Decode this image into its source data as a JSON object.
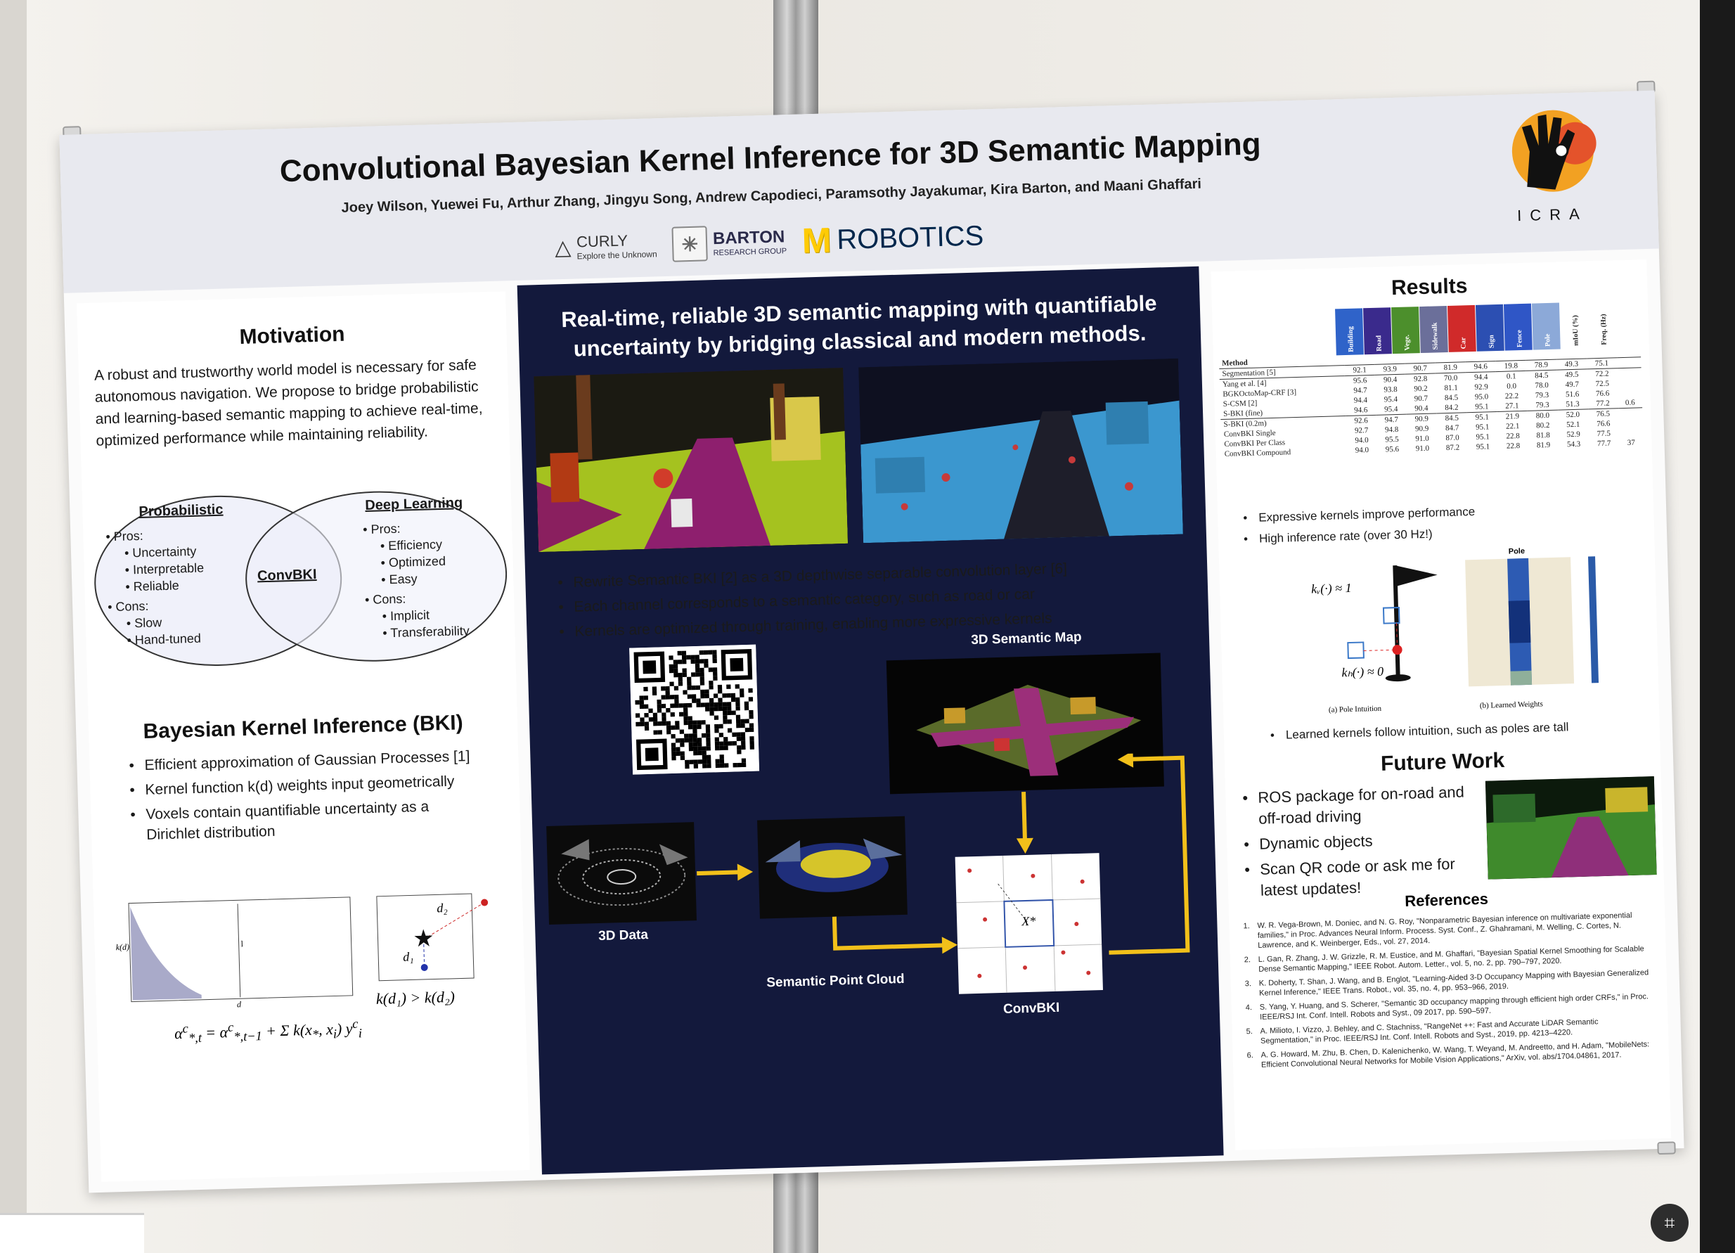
{
  "title": "Convolutional Bayesian Kernel Inference for 3D Semantic Mapping",
  "authors": "Joey Wilson, Yuewei Fu, Arthur Zhang, Jingyu Song, Andrew Capodieci, Paramsothy Jayakumar, Kira Barton, and Maani Ghaffari",
  "logos": {
    "curly": "CURLY",
    "curly_tag": "Explore the Unknown",
    "barton": "BARTON",
    "barton_sub": "RESEARCH GROUP",
    "mrobotics_m": "M",
    "mrobotics": "ROBOTICS",
    "icra": "ICRA"
  },
  "motivation": {
    "heading": "Motivation",
    "text": "A robust and trustworthy world model is necessary for safe autonomous navigation. We propose to bridge probabilistic and learning-based semantic mapping to achieve real-time, optimized performance while maintaining reliability."
  },
  "venn": {
    "left_title": "Probabilistic",
    "left_pros": "Pros:",
    "left_pros_items": [
      "Uncertainty",
      "Interpretable",
      "Reliable"
    ],
    "left_cons": "Cons:",
    "left_cons_items": [
      "Slow",
      "Hand-tuned"
    ],
    "center": "ConvBKI",
    "right_title": "Deep Learning",
    "right_pros": "Pros:",
    "right_pros_items": [
      "Efficiency",
      "Optimized",
      "Easy"
    ],
    "right_cons": "Cons:",
    "right_cons_items": [
      "Implicit",
      "Transferability"
    ]
  },
  "bki": {
    "heading": "Bayesian Kernel Inference (BKI)",
    "bullets": [
      "Efficient approximation of Gaussian Processes [1]",
      "Kernel function k(d) weights input geometrically",
      "Voxels contain quantifiable uncertainty as a Dirichlet distribution"
    ],
    "plot_ylabel": "k(d)",
    "plot_xlabel": "d",
    "plot_mark": "l",
    "inequality": "k(d₁) > k(d₂)",
    "d1": "d₁",
    "d2": "d₂",
    "equation": "α<sup>c</sup><sub>*,t</sub> = α<sup>c</sup><sub>*,t−1</sub> + Σ k(x<sub>*</sub>, x<sub>i</sub>) y<sup>c</sup><sub>i</sub>"
  },
  "center": {
    "headline": "Real-time, reliable 3D semantic mapping with quantifiable uncertainty by bridging classical and modern methods.",
    "bullets": [
      "Rewrite Semantic BKI [2] as a 3D depthwise separable convolution layer [6]",
      "Each channel corresponds to a semantic category, such as road or car",
      "Kernels are optimized through training, enabling more expressive kernels"
    ],
    "label_map": "3D Semantic Map",
    "label_data": "3D Data",
    "label_cloud": "Semantic Point Cloud",
    "label_convbki": "ConvBKI",
    "grid_label": "X*"
  },
  "results": {
    "heading": "Results",
    "columns": [
      "Method",
      "Building",
      "Road",
      "Vege.",
      "Sidewalk",
      "Car",
      "Sign",
      "Fence",
      "Pole",
      "mIoU (%)",
      "Freq. (Hz)"
    ],
    "column_colors": [
      "#2f63c9",
      "#3a2a8c",
      "#4c8f2c",
      "#6b6f9a",
      "#d02a2a",
      "#2c4fb2",
      "#2f56c6",
      "#8ca9d8"
    ],
    "groups": [
      [
        [
          "Segmentation [5]",
          "92.1",
          "93.9",
          "90.7",
          "81.9",
          "94.6",
          "19.8",
          "78.9",
          "49.3",
          "75.1",
          ""
        ]
      ],
      [
        [
          "Yang et al. [4]",
          "95.6",
          "90.4",
          "92.8",
          "70.0",
          "94.4",
          "0.1",
          "84.5",
          "49.5",
          "72.2",
          ""
        ],
        [
          "BGKOctoMap-CRF [3]",
          "94.7",
          "93.8",
          "90.2",
          "81.1",
          "92.9",
          "0.0",
          "78.0",
          "49.7",
          "72.5",
          ""
        ],
        [
          "S-CSM [2]",
          "94.4",
          "95.4",
          "90.7",
          "84.5",
          "95.0",
          "22.2",
          "79.3",
          "51.6",
          "76.6",
          ""
        ],
        [
          "S-BKI (fine)",
          "94.6",
          "95.4",
          "90.4",
          "84.2",
          "95.1",
          "27.1",
          "79.3",
          "51.3",
          "77.2",
          "0.6"
        ]
      ],
      [
        [
          "S-BKI (0.2m)",
          "92.6",
          "94.7",
          "90.9",
          "84.5",
          "95.1",
          "21.9",
          "80.0",
          "52.0",
          "76.5",
          ""
        ],
        [
          "ConvBKI Single",
          "92.7",
          "94.8",
          "90.9",
          "84.7",
          "95.1",
          "22.1",
          "80.2",
          "52.1",
          "76.6",
          ""
        ],
        [
          "ConvBKI Per Class",
          "94.0",
          "95.5",
          "91.0",
          "87.0",
          "95.1",
          "22.8",
          "81.8",
          "52.9",
          "77.5",
          ""
        ],
        [
          "ConvBKI Compound",
          "94.0",
          "95.6",
          "91.0",
          "87.2",
          "95.1",
          "22.8",
          "81.9",
          "54.3",
          "77.7",
          "37"
        ]
      ]
    ],
    "bullets": [
      "Expressive kernels improve performance",
      "High inference rate (over 30 Hz!)"
    ],
    "pole_label": "Pole",
    "kv_label": "kᵥ(·) ≈ 1",
    "kh_label": "kₕ(·) ≈ 0",
    "caption_a": "(a) Pole Intuition",
    "caption_b": "(b) Learned Weights",
    "learned_note": "Learned kernels follow intuition, such as poles are tall"
  },
  "future": {
    "heading": "Future Work",
    "bullets": [
      "ROS package for on-road and off-road driving",
      "Dynamic objects",
      "Scan QR code or ask me for latest updates!"
    ]
  },
  "references": {
    "heading": "References",
    "items": [
      "W. R. Vega-Brown, M. Doniec, and N. G. Roy, \"Nonparametric Bayesian inference on multivariate exponential families,\" in Proc. Advances Neural Inform. Process. Syst. Conf., Z. Ghahramani, M. Welling, C. Cortes, N. Lawrence, and K. Weinberger, Eds., vol. 27, 2014.",
      "L. Gan, R. Zhang, J. W. Grizzle, R. M. Eustice, and M. Ghaffari, \"Bayesian Spatial Kernel Smoothing for Scalable Dense Semantic Mapping,\" IEEE Robot. Autom. Letter., vol. 5, no. 2, pp. 790–797, 2020.",
      "K. Doherty, T. Shan, J. Wang, and B. Englot, \"Learning-Aided 3-D Occupancy Mapping with Bayesian Generalized Kernel Inference,\" IEEE Trans. Robot., vol. 35, no. 4, pp. 953–966, 2019.",
      "S. Yang, Y. Huang, and S. Scherer, \"Semantic 3D occupancy mapping through efficient high order CRFs,\" in Proc. IEEE/RSJ Int. Conf. Intell. Robots and Syst., 09 2017, pp. 590–597.",
      "A. Milioto, I. Vizzo, J. Behley, and C. Stachniss, \"RangeNet ++: Fast and Accurate LiDAR Semantic Segmentation,\" in Proc. IEEE/RSJ Int. Conf. Intell. Robots and Syst., 2019, pp. 4213–4220.",
      "A. G. Howard, M. Zhu, B. Chen, D. Kalenichenko, W. Wang, T. Weyand, M. Andreetto, and H. Adam, \"MobileNets: Efficient Convolutional Neural Networks for Mobile Vision Applications,\" ArXiv, vol. abs/1704.04861, 2017."
    ]
  }
}
